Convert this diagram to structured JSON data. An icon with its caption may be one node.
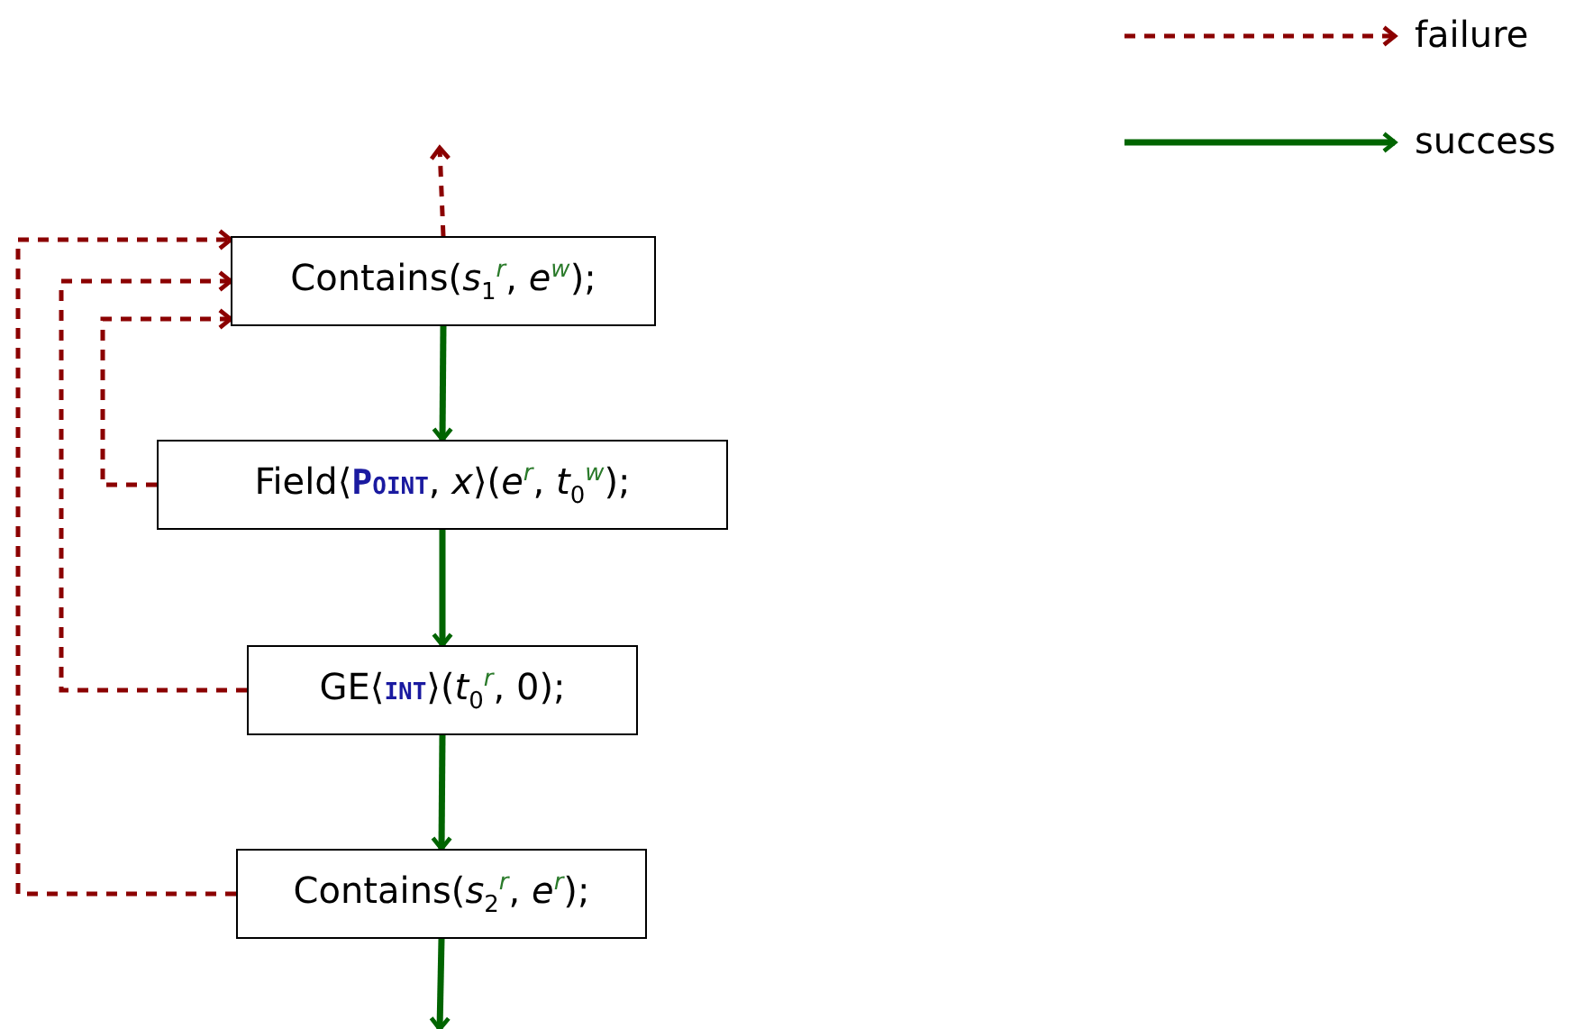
{
  "diagram": {
    "nodes": [
      {
        "text": [
          "Contains(*s*$_{1}$$^{r}$, *e*$^{w}$);"
        ]
      },
      {
        "text": [
          "Field⟨**Point**, *x*⟩(*e*$^{r}$, *t*$_{0}$$^{w}$);"
        ]
      },
      {
        "text": [
          "GE⟨**int**⟩(*t*$_{0}$$^{r}$, 0);"
        ]
      },
      {
        "text": [
          "Contains(*s*$_{2}$$^{r}$, *e*$^{r}$);"
        ]
      }
    ],
    "edges": [
      {
        "from": 0,
        "to": null,
        "arrow": "to",
        "style": "dashed",
        "color": "#8b0000"
      },
      {
        "from": 0,
        "to": 1,
        "arrow": "to",
        "color": "#006400"
      },
      {
        "from": 1,
        "to": 2,
        "arrow": "to",
        "color": "#006400"
      },
      {
        "from": 2,
        "to": 3,
        "arrow": "to",
        "color": "#006400"
      },
      {
        "from": 3,
        "to": null,
        "arrow": "to",
        "color": "#006400"
      },
      {
        "from": 1,
        "to": 0,
        "arrow": "to",
        "style": "dashed",
        "color": "#8b0000"
      },
      {
        "from": 2,
        "to": 0,
        "arrow": "to",
        "style": "dashed",
        "color": "#8b0000"
      },
      {
        "from": 3,
        "to": 0,
        "arrow": "to",
        "style": "dashed",
        "color": "#8b0000"
      }
    ],
    "legend": [
      {
        "text": "failure"
      },
      {
        "text": "success"
      }
    ]
  }
}
